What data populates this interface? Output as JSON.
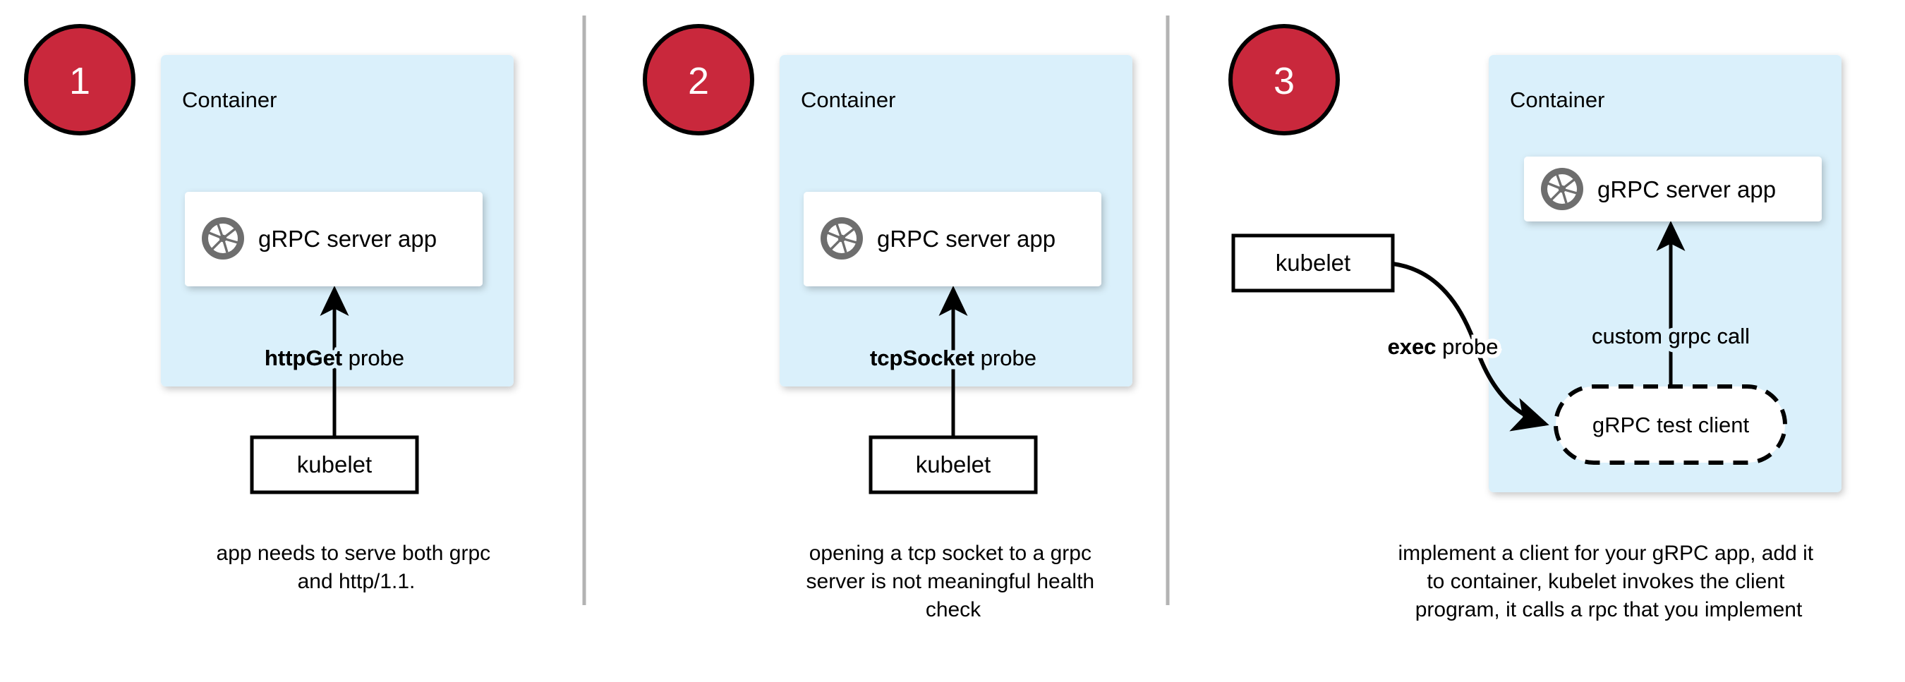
{
  "theme": {
    "badge_fill": "#c9283c",
    "badge_stroke": "#000000",
    "container_fill": "#daf0fb",
    "box_fill": "#ffffff",
    "box_stroke": "#000000",
    "divider_color": "#b3b3b3",
    "grpc_logo_color": "#6e6e6e",
    "text_color": "#000000"
  },
  "panels": [
    {
      "badge": "1",
      "container_label": "Container",
      "app_box": {
        "label": "gRPC server app",
        "icon": "grpc-logo-icon"
      },
      "probe_label_bold": "httpGet",
      "probe_label_rest": " probe",
      "kubelet_label": "kubelet",
      "caption_lines": [
        "app needs to serve both grpc",
        "and http/1.1."
      ]
    },
    {
      "badge": "2",
      "container_label": "Container",
      "app_box": {
        "label": "gRPC server app",
        "icon": "grpc-logo-icon"
      },
      "probe_label_bold": "tcpSocket",
      "probe_label_rest": " probe",
      "kubelet_label": "kubelet",
      "caption_lines": [
        "opening a tcp socket to a grpc",
        "server is not meaningful health",
        "check"
      ]
    },
    {
      "badge": "3",
      "container_label": "Container",
      "app_box": {
        "label": "gRPC server app",
        "icon": "grpc-logo-icon"
      },
      "probe_label_bold": "exec",
      "probe_label_rest": " probe",
      "kubelet_label": "kubelet",
      "test_client_label": "gRPC test client",
      "inner_arrow_label": "custom grpc call",
      "caption_lines": [
        "implement a client for your gRPC app, add it",
        "to container, kubelet invokes the client",
        "program, it calls a rpc that you implement"
      ]
    }
  ]
}
